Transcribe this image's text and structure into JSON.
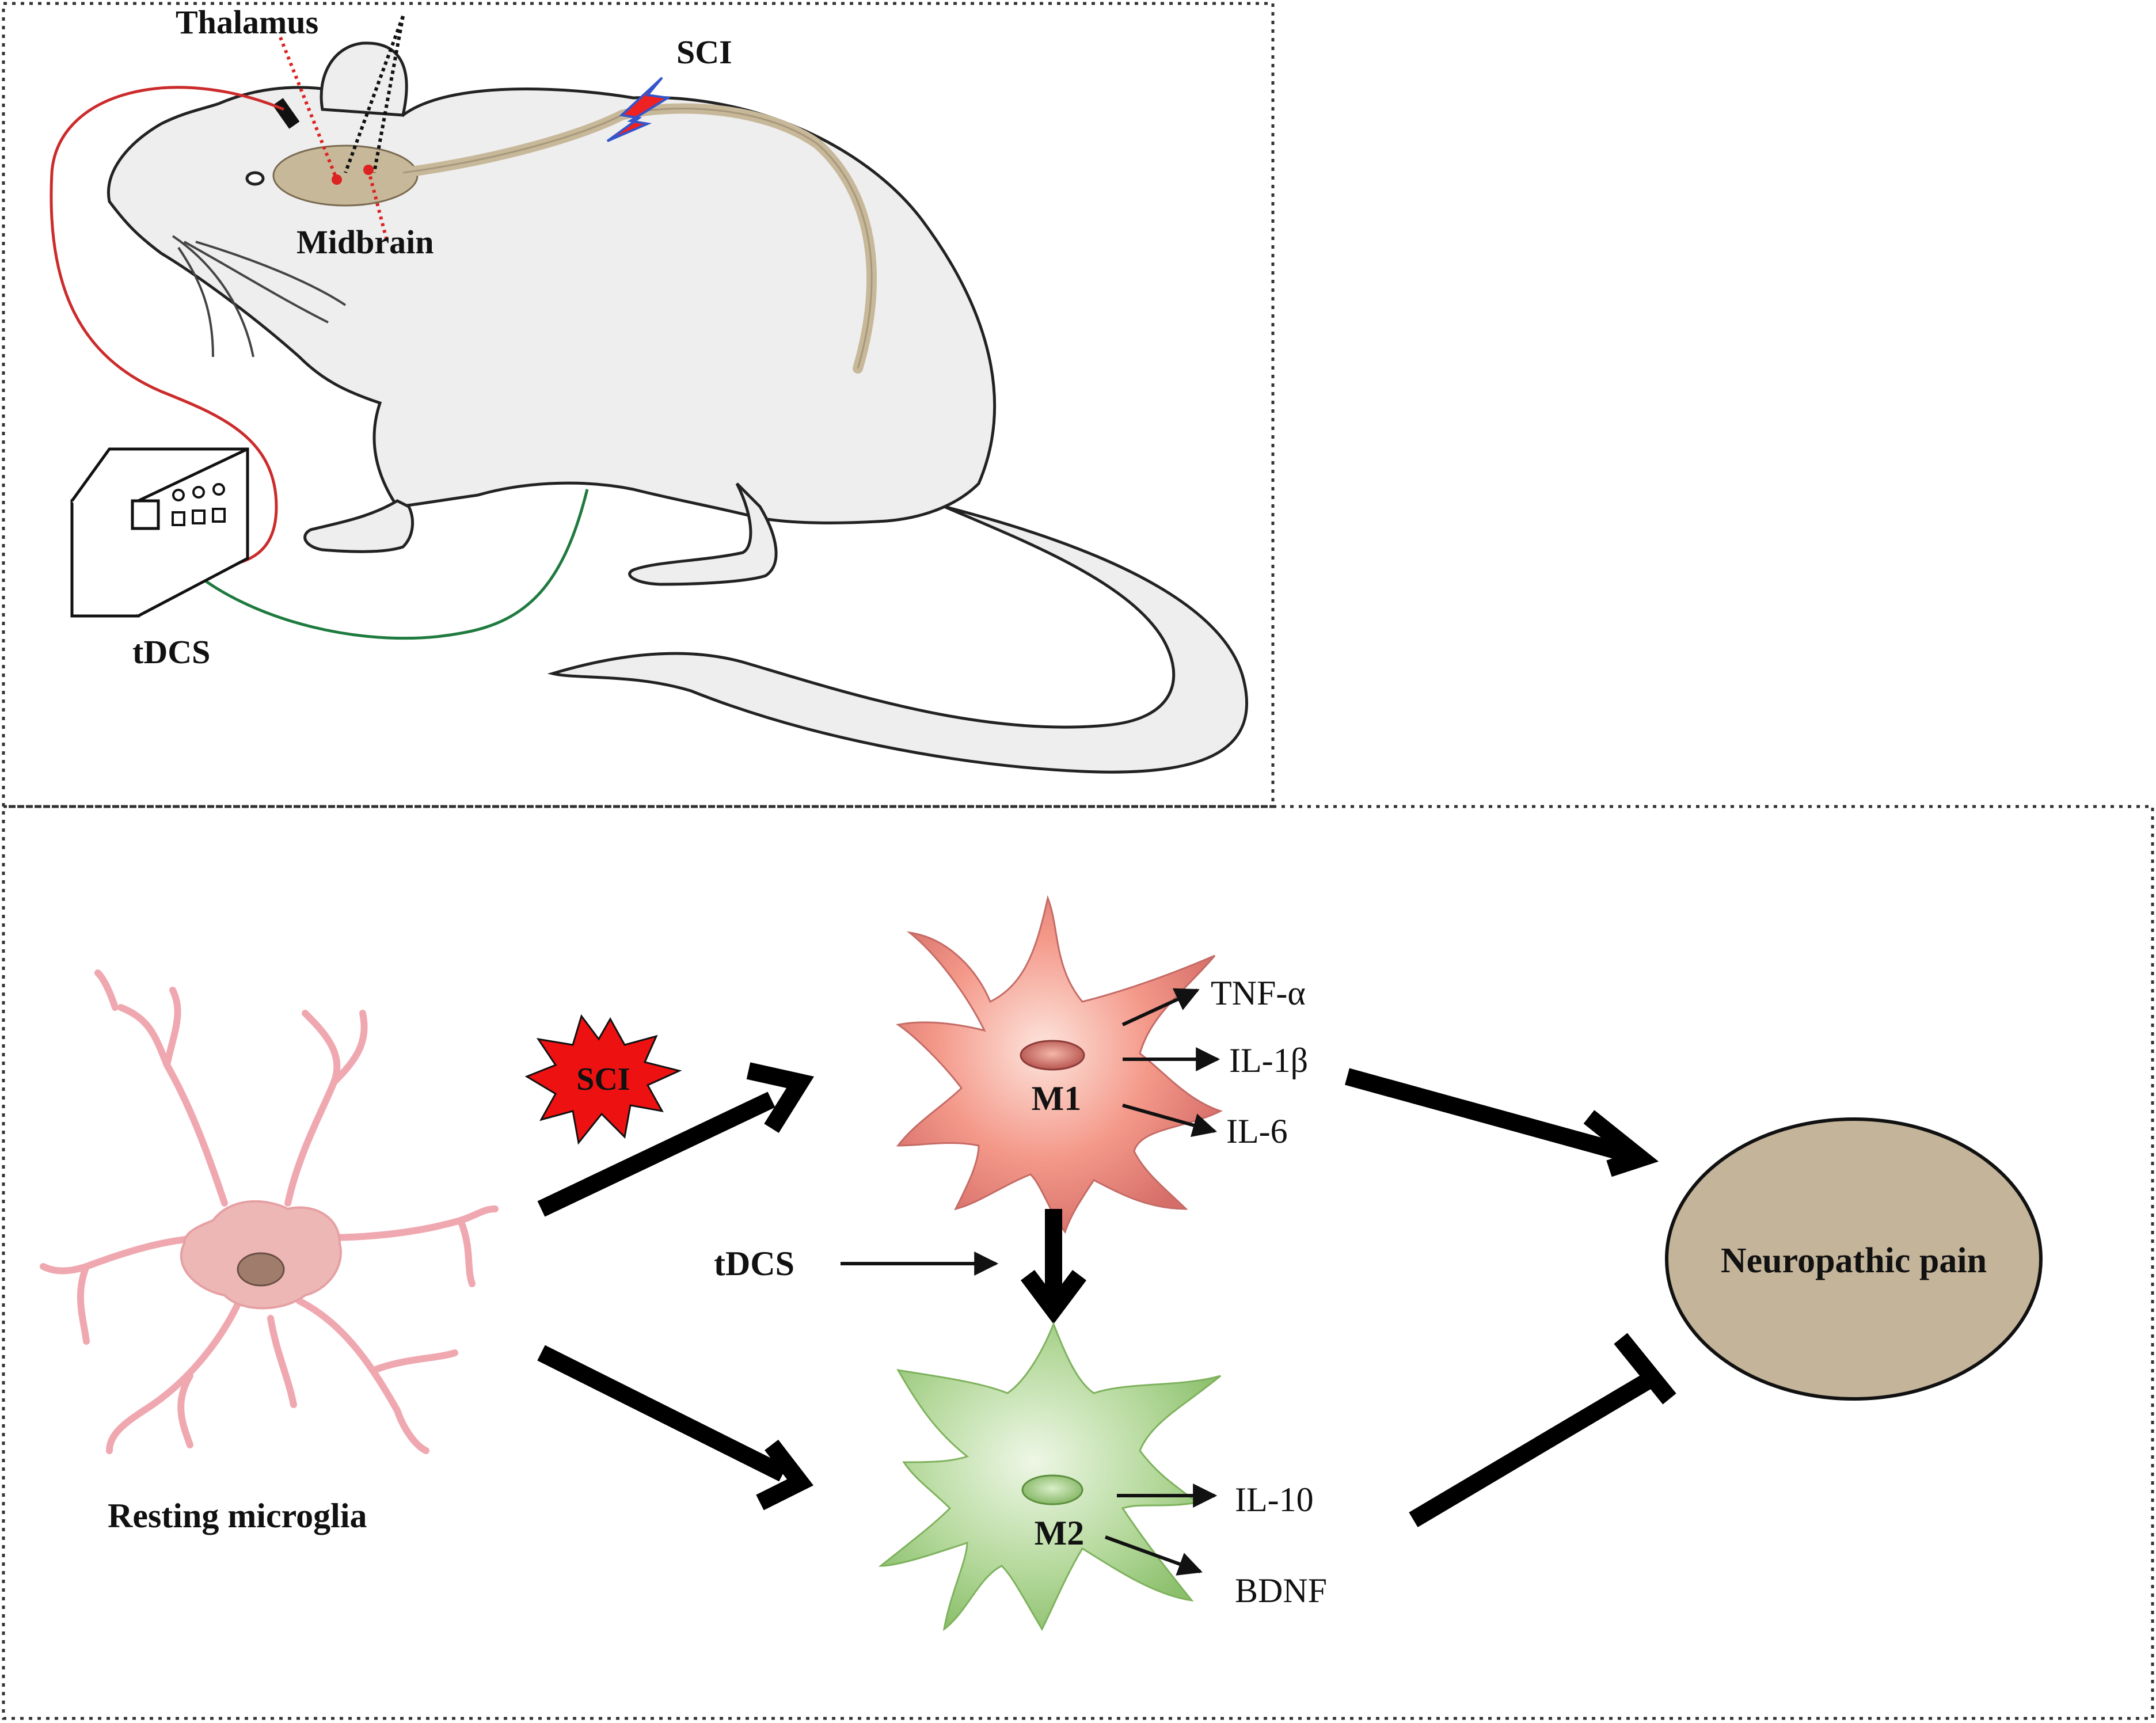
{
  "top_panel": {
    "labels": {
      "thalamus": "Thalamus",
      "midbrain": "Midbrain",
      "sci": "SCI",
      "tdcs": "tDCS"
    },
    "colors": {
      "rat_fill": "#eeeeee",
      "brain_fill": "#c8b89a",
      "anode_wire": "#cc2b2b",
      "cathode_wire": "#1f7a3f",
      "injury_bolt": "#ee2222"
    }
  },
  "bottom_panel": {
    "resting": {
      "label": "Resting microglia"
    },
    "sci_burst": {
      "label": "SCI",
      "color": "#ee1111"
    },
    "m1": {
      "label": "M1",
      "color": "#f08a78",
      "outputs": [
        "TNF-α",
        "IL-1β",
        "IL-6"
      ]
    },
    "m2": {
      "label": "M2",
      "color": "#a9d08e",
      "outputs": [
        "IL-10",
        "BDNF"
      ]
    },
    "tdcs": {
      "label": "tDCS"
    },
    "outcome": {
      "label": "Neuropathic pain",
      "color": "#c3b49a"
    },
    "relations": {
      "m1_to_pain": "promotes",
      "m2_to_pain": "inhibits",
      "tdcs_on_m1_to_m2": "promotes"
    }
  }
}
